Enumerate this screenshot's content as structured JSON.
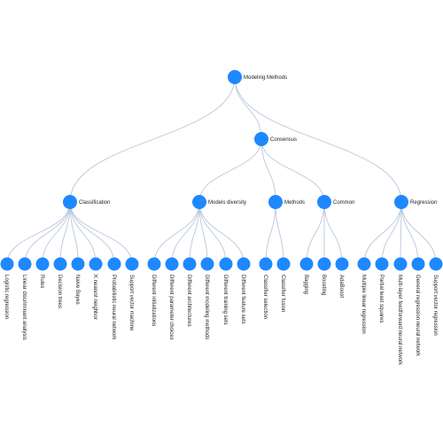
{
  "diagram": {
    "colors": {
      "node": "#1e88ff",
      "link": "#b9c7dc",
      "text": "#222222"
    },
    "root": {
      "label": "Modeling Methods",
      "children": [
        {
          "label": "Classification",
          "children": [
            {
              "label": "Logistic regression"
            },
            {
              "label": "Linear discriminant analysis"
            },
            {
              "label": "Rules"
            },
            {
              "label": "Decision trees"
            },
            {
              "label": "Naive Bayes"
            },
            {
              "label": "K nearest neighbor"
            },
            {
              "label": "Probabilistic neural network"
            },
            {
              "label": "Support vector machine"
            }
          ]
        },
        {
          "label": "Consensus",
          "children": [
            {
              "label": "Models diversity",
              "children": [
                {
                  "label": "Different initializations"
                },
                {
                  "label": "Different parameter choices"
                },
                {
                  "label": "Different architectures"
                },
                {
                  "label": "Different modeling methods"
                },
                {
                  "label": "Different training sets"
                },
                {
                  "label": "Different feature sets"
                }
              ]
            },
            {
              "label": "Methods",
              "children": [
                {
                  "label": "Classifier selection"
                },
                {
                  "label": "Classifier fusion"
                }
              ]
            },
            {
              "label": "Common",
              "children": [
                {
                  "label": "Bagging"
                },
                {
                  "label": "Boosting"
                },
                {
                  "label": "AdaBoost"
                }
              ]
            }
          ]
        },
        {
          "label": "Regression",
          "children": [
            {
              "label": "Multiple linear regression"
            },
            {
              "label": "Partial least squares"
            },
            {
              "label": "Multi-layer feedforward neural network"
            },
            {
              "label": "General regression neural network"
            },
            {
              "label": "Support vector regression"
            }
          ]
        }
      ]
    }
  }
}
